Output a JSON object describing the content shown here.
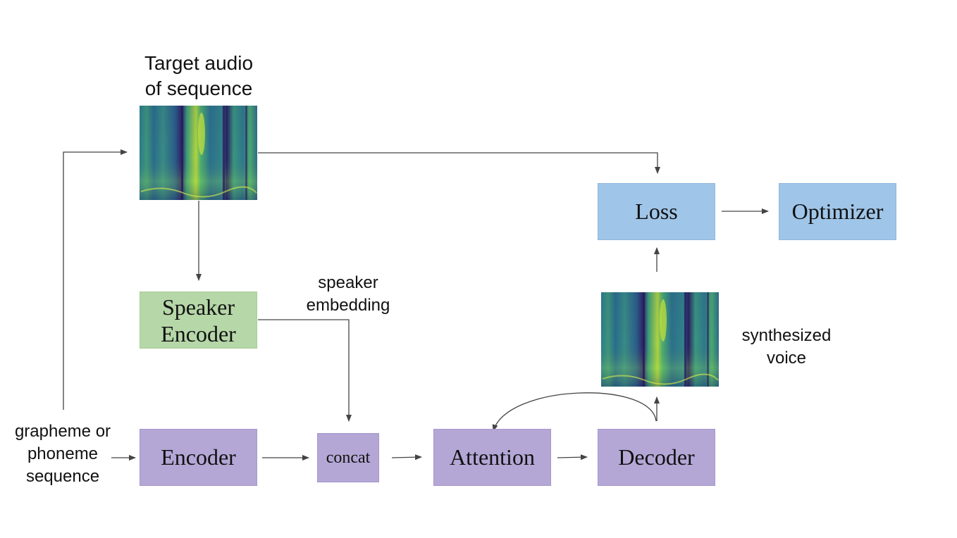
{
  "nodes": {
    "encoder": "Encoder",
    "concat": "concat",
    "attention": "Attention",
    "decoder": "Decoder",
    "loss": "Loss",
    "optimizer": "Optimizer",
    "speaker_encoder": [
      "Speaker",
      "Encoder"
    ]
  },
  "labels": {
    "target_audio": [
      "Target audio",
      "of sequence"
    ],
    "speaker_embedding": [
      "speaker",
      "embedding"
    ],
    "synthesized_voice": [
      "synthesized",
      "voice"
    ],
    "input_sequence": [
      "grapheme or",
      "phoneme",
      "sequence"
    ]
  },
  "colors": {
    "purple": "#b4a7d6",
    "blue": "#9fc5e8",
    "green": "#b6d7a8",
    "arrow": "#444444"
  }
}
